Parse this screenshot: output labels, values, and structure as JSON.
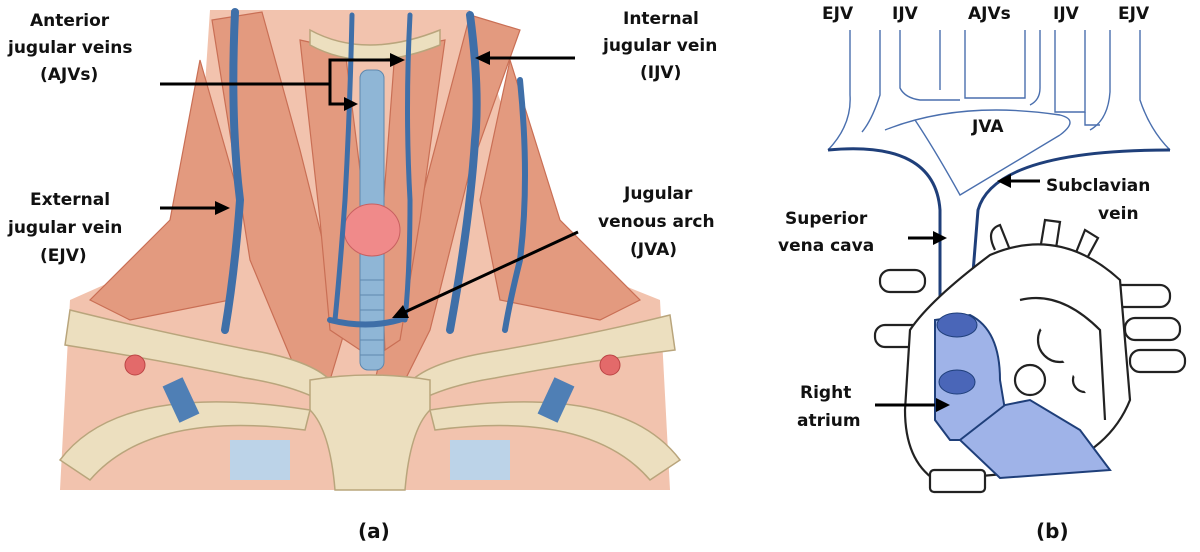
{
  "panel_a": {
    "caption": "(a)",
    "labels": {
      "ajv": [
        "Anterior",
        "jugular veins",
        "(AJVs)"
      ],
      "ijv": [
        "Internal",
        "jugular vein",
        "(IJV)"
      ],
      "ejv": [
        "External",
        "jugular vein",
        "(EJV)"
      ],
      "jva": [
        "Jugular",
        "venous arch",
        "(JVA)"
      ]
    },
    "colors": {
      "vein": "#3f6fa8",
      "muscle": "#e39a7f",
      "bone": "#ecdfbf",
      "thyroid": "#f08a8a",
      "trachea": "#8fb6d6"
    }
  },
  "panel_b": {
    "caption": "(b)",
    "top_labels": [
      "EJV",
      "IJV",
      "AJVs",
      "IJV",
      "EJV"
    ],
    "labels": {
      "jva": "JVA",
      "subclavian": [
        "Subclavian",
        "vein"
      ],
      "svc": [
        "Superior",
        "vena cava"
      ],
      "right_atrium": [
        "Right",
        "atrium"
      ]
    },
    "colors": {
      "vessel": "#1f3f7a",
      "branch": "#4a6fae",
      "atrium": "#9fb3e8",
      "atrium_dark": "#4a66b8"
    }
  }
}
